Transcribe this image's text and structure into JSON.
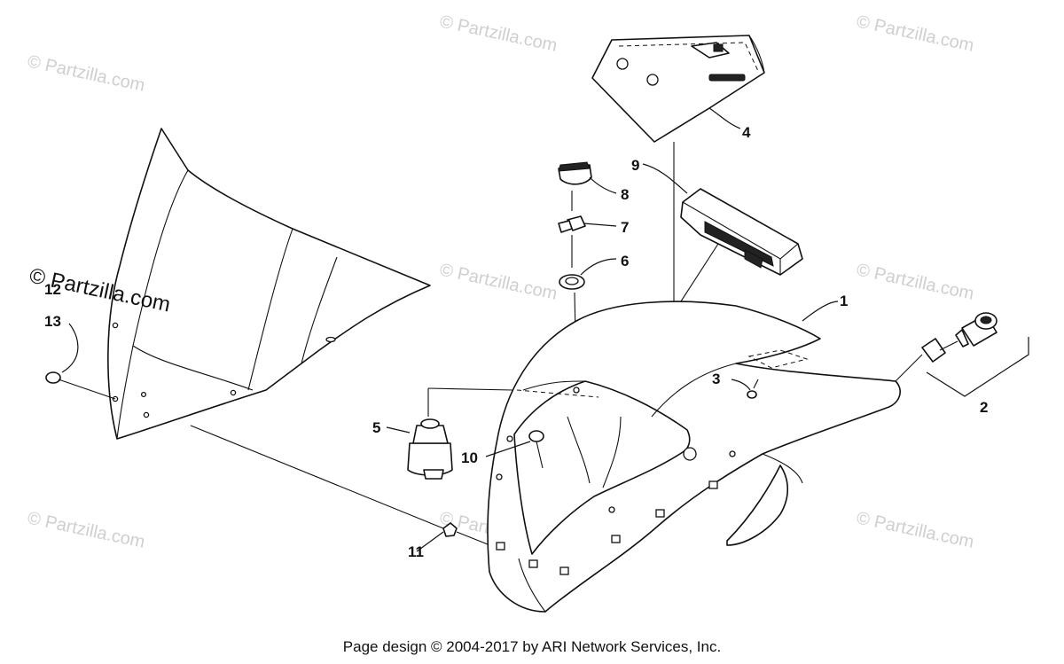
{
  "watermark": "© Partzilla.com",
  "footer": "Page design © 2004-2017 by ARI Network Services, Inc.",
  "callouts": {
    "c1": "1",
    "c2": "2",
    "c3": "3",
    "c4": "4",
    "c5": "5",
    "c6": "6",
    "c7": "7",
    "c8": "8",
    "c9": "9",
    "c10": "10",
    "c11": "11",
    "c12": "12",
    "c13": "13"
  }
}
